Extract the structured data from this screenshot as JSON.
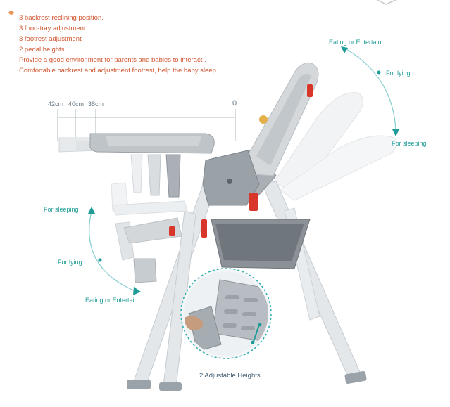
{
  "features": [
    "3 backrest reclining position.",
    "3 food-tray adjustment",
    "3 footrest adjustment",
    "2 pedal heights",
    "Provide a good environment for parents and babies to interact .",
    "Comfortable backrest and  adjustment footrest, help the baby sleep."
  ],
  "backrest_positions": {
    "eating": "Eating or Entertain",
    "lying": "For lying",
    "sleeping": "For sleeping"
  },
  "footrest_positions": {
    "sleeping": "For sleeping",
    "lying": "For lying",
    "eating": "Eating or Entertain"
  },
  "tray_measurements": {
    "m42": "42cm",
    "m40": "40cm",
    "m38": "38cm",
    "zero": "0"
  },
  "pedal_caption": "2 Adjustable Heights",
  "colors": {
    "text_orange": "#d0552f",
    "label_teal": "#1f9c97",
    "red_accent": "#d9362b"
  }
}
